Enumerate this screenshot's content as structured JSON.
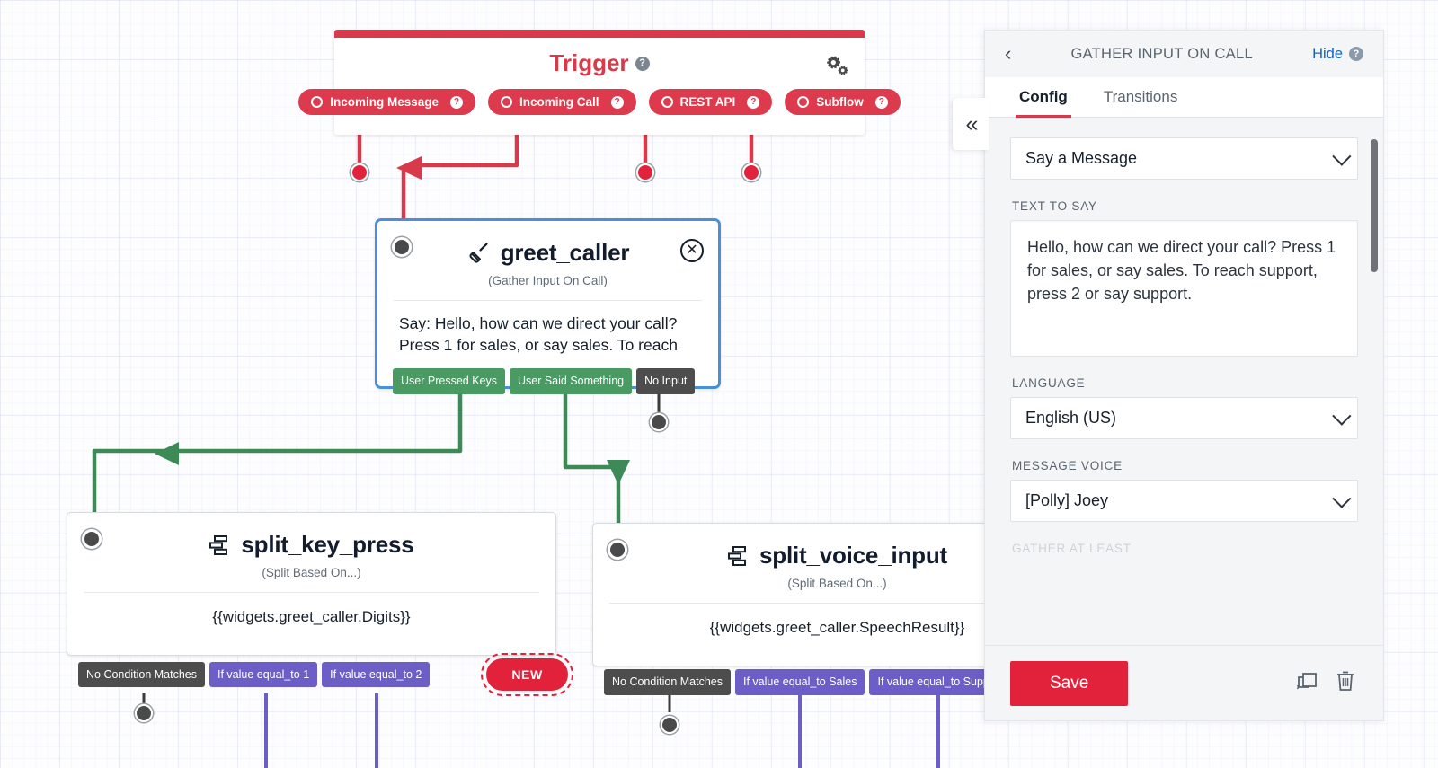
{
  "trigger": {
    "title": "Trigger",
    "help": "?",
    "gear_icon": "gears-icon",
    "pills": [
      {
        "label": "Incoming Message",
        "help": "?"
      },
      {
        "label": "Incoming Call",
        "help": "?"
      },
      {
        "label": "REST API",
        "help": "?"
      },
      {
        "label": "Subflow",
        "help": "?"
      }
    ]
  },
  "nodes": {
    "greet_caller": {
      "title": "greet_caller",
      "icon": "phone-handset-icon",
      "subtitle": "(Gather Input On Call)",
      "body": "Say: Hello, how can we direct your call? Press 1 for sales, or say sales. To reach",
      "close_label": "✕",
      "outputs": [
        {
          "label": "User Pressed Keys",
          "kind": "green"
        },
        {
          "label": "User Said Something",
          "kind": "green"
        },
        {
          "label": "No Input",
          "kind": "dark"
        }
      ]
    },
    "split_key_press": {
      "title": "split_key_press",
      "icon": "split-icon",
      "subtitle": "(Split Based On...)",
      "body": "{{widgets.greet_caller.Digits}}",
      "outputs": [
        {
          "label": "No Condition Matches",
          "kind": "dark"
        },
        {
          "label": "If value equal_to 1",
          "kind": "purple"
        },
        {
          "label": "If value equal_to 2",
          "kind": "purple"
        },
        {
          "label": "NEW",
          "kind": "newbtn"
        }
      ]
    },
    "split_voice_input": {
      "title": "split_voice_input",
      "icon": "split-icon",
      "subtitle": "(Split Based On...)",
      "body": "{{widgets.greet_caller.SpeechResult}}",
      "outputs": [
        {
          "label": "No Condition Matches",
          "kind": "dark"
        },
        {
          "label": "If value equal_to Sales",
          "kind": "purple"
        },
        {
          "label": "If value equal_to Supp",
          "kind": "purple"
        }
      ]
    }
  },
  "panel": {
    "back_icon": "chevron-left-icon",
    "title": "GATHER INPUT ON CALL",
    "hide_label": "Hide",
    "hide_help": "?",
    "collapse_icon": "double-chevron-left-icon",
    "tabs": [
      {
        "label": "Config",
        "active": true
      },
      {
        "label": "Transitions",
        "active": false
      }
    ],
    "fields": {
      "widget_type_value": "Say a Message",
      "text_to_say_label": "TEXT TO SAY",
      "text_to_say_value": "Hello, how can we direct your call? Press 1 for sales, or say sales. To reach support, press 2 or say support.",
      "language_label": "LANGUAGE",
      "language_value": "English (US)",
      "message_voice_label": "MESSAGE VOICE",
      "message_voice_value": "[Polly] Joey",
      "next_label_ghost": "GATHER AT LEAST"
    },
    "footer": {
      "save_label": "Save",
      "copy_icon": "duplicate-icon",
      "delete_icon": "trash-icon"
    }
  },
  "colors": {
    "brand_red": "#e2223b",
    "trigger_red": "#dd3b4d",
    "green": "#4a9a63",
    "purple": "#6b5fc7",
    "dark": "#4d4d4d",
    "select_blue": "#4a90d9",
    "link_blue": "#1565c0"
  }
}
